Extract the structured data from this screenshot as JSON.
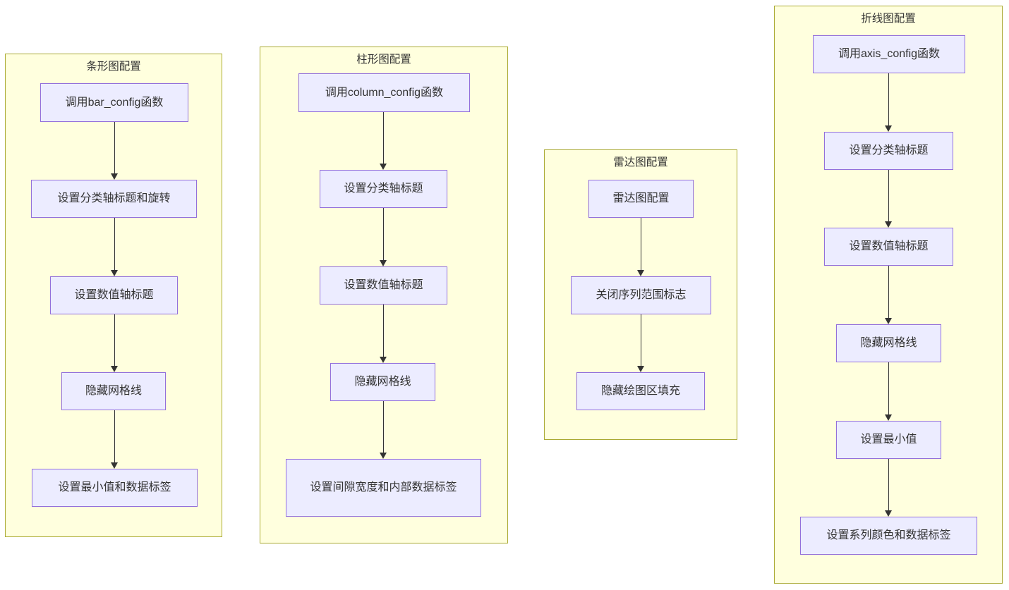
{
  "diagram": {
    "type": "flowchart",
    "colors": {
      "node_fill": "#ECECFF",
      "node_border": "#9370DB",
      "cluster_fill": "#FFFFDE",
      "cluster_border": "#AAAA33",
      "edge": "#333333"
    },
    "clusters": [
      {
        "title": "条形图配置",
        "nodes": [
          {
            "label": "调用bar_config函数"
          },
          {
            "label": "设置分类轴标题和旋转"
          },
          {
            "label": "设置数值轴标题"
          },
          {
            "label": "隐藏网格线"
          },
          {
            "label": "设置最小值和数据标签"
          }
        ]
      },
      {
        "title": "柱形图配置",
        "nodes": [
          {
            "label": "调用column_config函数"
          },
          {
            "label": "设置分类轴标题"
          },
          {
            "label": "设置数值轴标题"
          },
          {
            "label": "隐藏网格线"
          },
          {
            "label": "设置间隙宽度和内部数据标签"
          }
        ]
      },
      {
        "title": "雷达图配置",
        "nodes": [
          {
            "label": "雷达图配置"
          },
          {
            "label": "关闭序列范围标志"
          },
          {
            "label": "隐藏绘图区填充"
          }
        ]
      },
      {
        "title": "折线图配置",
        "nodes": [
          {
            "label": "调用axis_config函数"
          },
          {
            "label": "设置分类轴标题"
          },
          {
            "label": "设置数值轴标题"
          },
          {
            "label": "隐藏网格线"
          },
          {
            "label": "设置最小值"
          },
          {
            "label": "设置系列颜色和数据标签"
          }
        ]
      }
    ]
  }
}
